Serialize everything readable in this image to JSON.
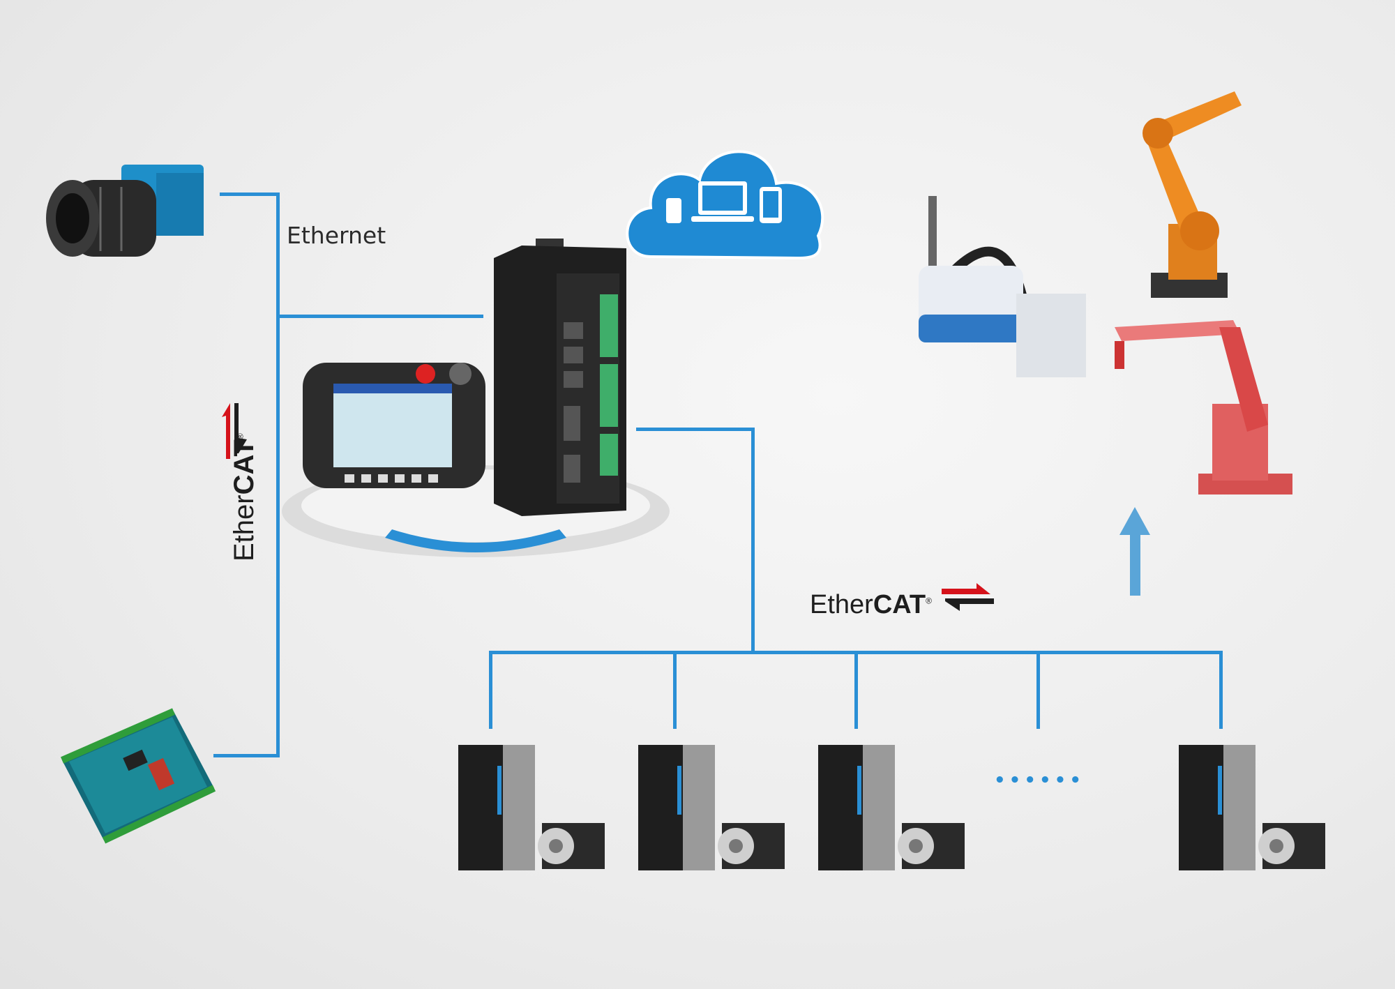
{
  "labels": {
    "ethernet": "Ethernet",
    "ethercat_vertical": {
      "light": "Ether",
      "bold": "CAT",
      "mark": "®"
    },
    "ethercat_horizontal": {
      "light": "Ether",
      "bold": "CAT",
      "mark": "®"
    },
    "ellipsis": "• • • • • •"
  },
  "colors": {
    "link": "#2a8fd5",
    "ecat_red": "#d5121a",
    "cloud": "#1f8ad3"
  },
  "devices": {
    "camera": "industrial-camera",
    "io_board": "io-board",
    "controller": "motion-controller",
    "teach_pendant": "teach-pendant",
    "cloud": "cloud-devices",
    "robots": [
      "scara-robot",
      "six-axis-robot",
      "palletizing-robot"
    ],
    "servo_drives_count": 4
  }
}
